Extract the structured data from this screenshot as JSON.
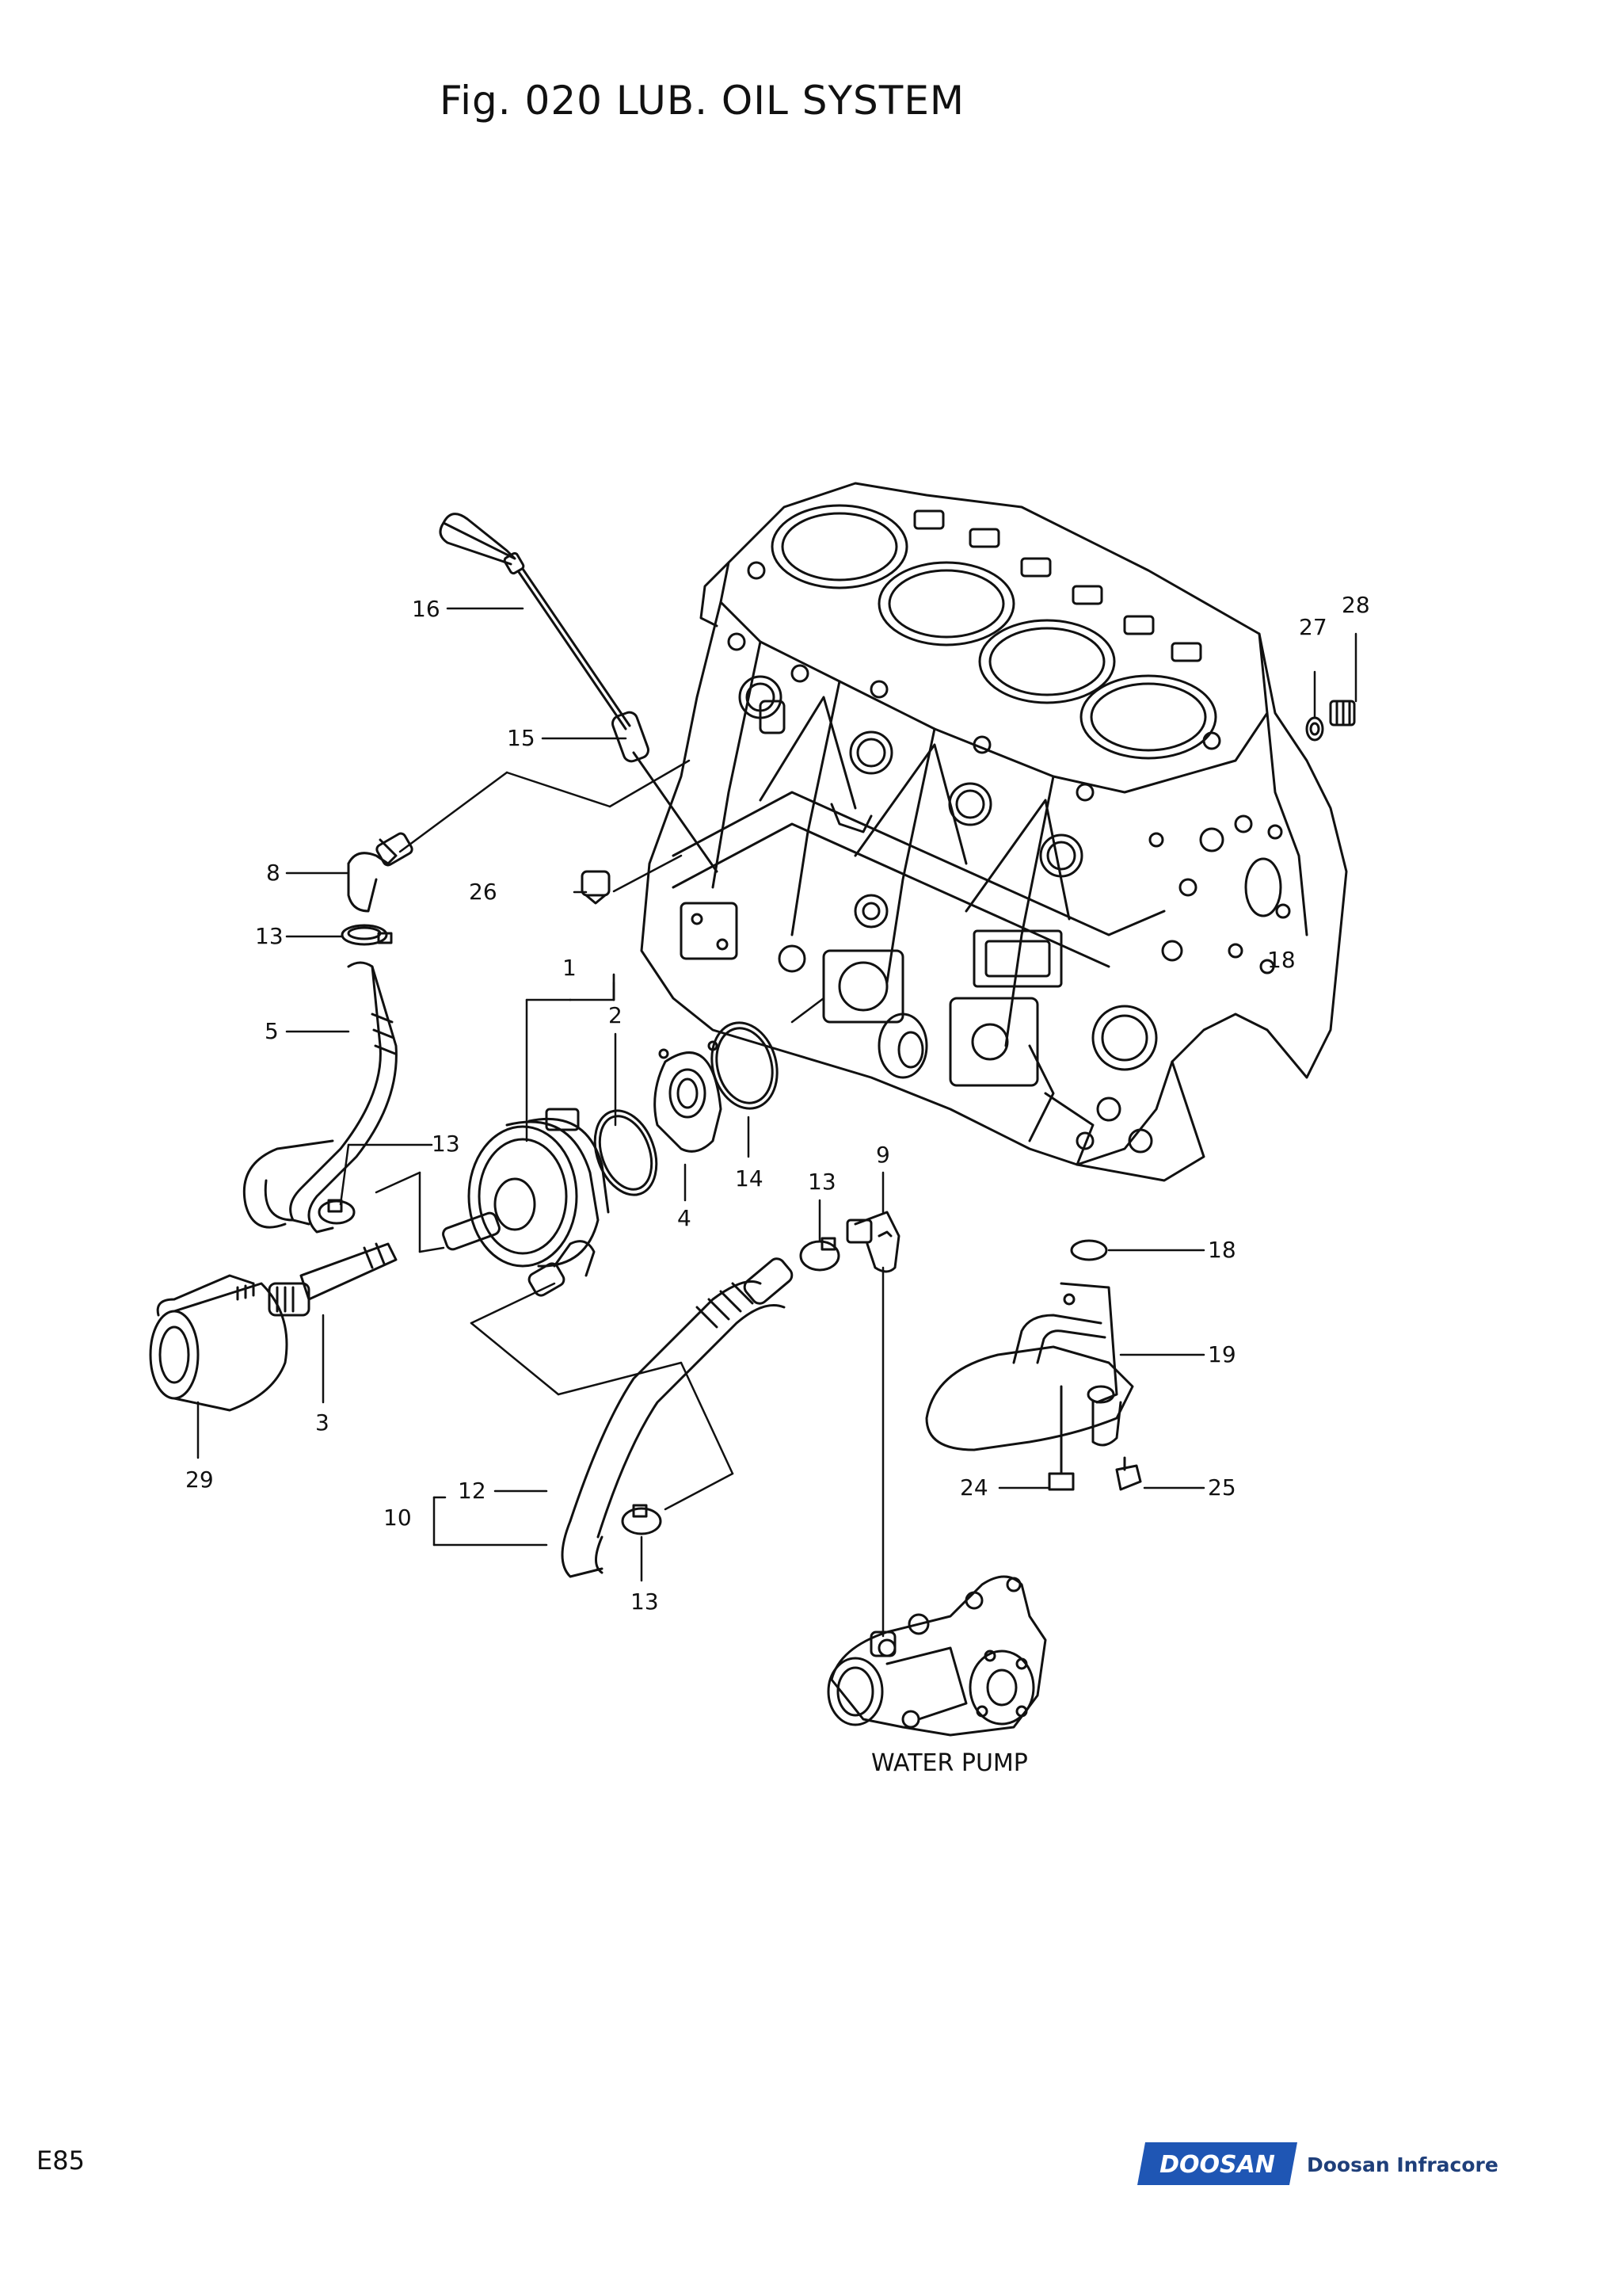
{
  "title": "Fig. 020 LUB. OIL SYSTEM",
  "page_code": "E85",
  "brand": {
    "logo_text": "DOOSAN",
    "company": "Doosan Infracore",
    "logo_color": "#1f56b4"
  },
  "component_labels": {
    "water_pump": "WATER PUMP"
  },
  "callouts": [
    {
      "id": "c16",
      "text": "16"
    },
    {
      "id": "c15",
      "text": "15"
    },
    {
      "id": "c8",
      "text": "8"
    },
    {
      "id": "c26",
      "text": "26"
    },
    {
      "id": "c13a",
      "text": "13"
    },
    {
      "id": "c1",
      "text": "1"
    },
    {
      "id": "c2",
      "text": "2"
    },
    {
      "id": "c5",
      "text": "5"
    },
    {
      "id": "c13b",
      "text": "13"
    },
    {
      "id": "c4",
      "text": "4"
    },
    {
      "id": "c14",
      "text": "14"
    },
    {
      "id": "c13c",
      "text": "13"
    },
    {
      "id": "c9",
      "text": "9"
    },
    {
      "id": "c3",
      "text": "3"
    },
    {
      "id": "c29",
      "text": "29"
    },
    {
      "id": "c12",
      "text": "12"
    },
    {
      "id": "c10",
      "text": "10"
    },
    {
      "id": "c13d",
      "text": "13"
    },
    {
      "id": "c27",
      "text": "27"
    },
    {
      "id": "c28",
      "text": "28"
    },
    {
      "id": "c18a",
      "text": "18"
    },
    {
      "id": "c18b",
      "text": "18"
    },
    {
      "id": "c19",
      "text": "19"
    },
    {
      "id": "c24",
      "text": "24"
    },
    {
      "id": "c25",
      "text": "25"
    }
  ]
}
